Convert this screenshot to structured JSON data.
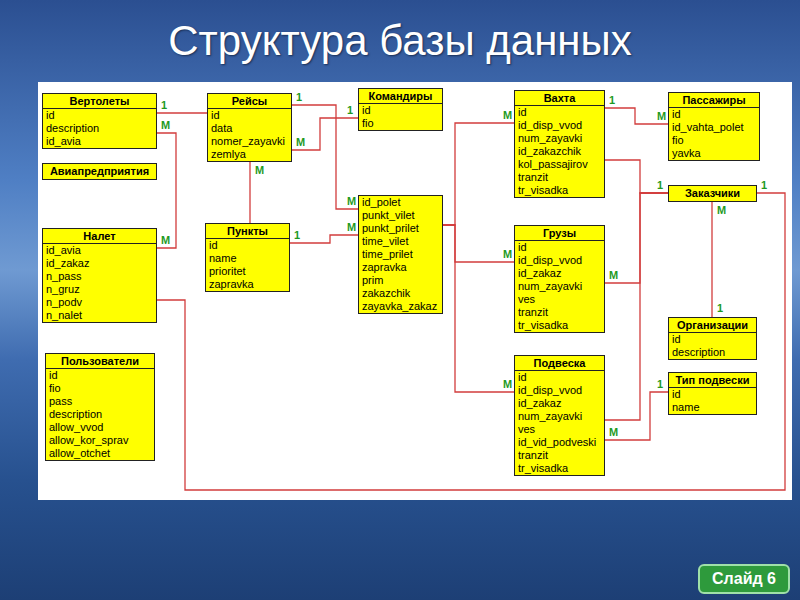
{
  "diagram": {
    "title": "Структура базы данных",
    "nodes": [
      {
        "text": [
          "Вертолеты",
          "id",
          "description",
          "id_avia"
        ]
      },
      {
        "text": [
          "Авиапредприятия"
        ]
      },
      {
        "text": [
          "Налет",
          "id_avia",
          "id_zakaz",
          "n_pass",
          "n_gruz",
          "n_podv",
          "n_nalet"
        ]
      },
      {
        "text": [
          "Пользователи",
          "id",
          "fio",
          "pass",
          "description",
          "allow_vvod",
          "allow_kor_sprav",
          "allow_otchet"
        ]
      },
      {
        "text": [
          "Рейсы",
          "id",
          "data",
          "nomer_zayavki",
          "zemlya"
        ]
      },
      {
        "text": [
          "Пункты",
          "id",
          "name",
          "prioritet",
          "zapravka"
        ]
      },
      {
        "text": [
          "Командиры",
          "id",
          "fio"
        ]
      },
      {
        "text": [
          "id_polet",
          "punkt_vilet",
          "punkt_prilet",
          "time_vilet",
          "time_prilet",
          "zapravka",
          "prim",
          "zakazchik",
          "zayavka_zakaz"
        ]
      },
      {
        "text": [
          "Вахта",
          "id",
          "id_disp_vvod",
          "num_zayavki",
          "id_zakazchik",
          "kol_passajirov",
          "tranzit",
          "tr_visadka"
        ]
      },
      {
        "text": [
          "Пассажиры",
          "id",
          "id_vahta_polet",
          "fio",
          "yavka"
        ]
      },
      {
        "text": [
          "Заказчики"
        ]
      },
      {
        "text": [
          "Грузы",
          "id",
          "id_disp_vvod",
          "id_zakaz",
          "num_zayavki",
          "ves",
          "tranzit",
          "tr_visadka"
        ]
      },
      {
        "text": [
          "Организации",
          "id",
          "description"
        ]
      },
      {
        "text": [
          "Подвеска",
          "id",
          "id_disp_vvod",
          "id_zakaz",
          "num_zayavki",
          "ves",
          "id_vid_podveski",
          "tranzit",
          "tr_visadka"
        ]
      },
      {
        "text": [
          "Тип подвески",
          "id",
          "name"
        ]
      }
    ],
    "edges": [
      {
        "from": 0,
        "to": 4,
        "arrow": "none"
      },
      {
        "from": 0,
        "to": 2,
        "arrow": "none"
      },
      {
        "from": 6,
        "to": 4,
        "arrow": "none"
      },
      {
        "from": 4,
        "to": 7,
        "arrow": "none"
      },
      {
        "from": 5,
        "to": 7,
        "arrow": "none"
      },
      {
        "from": 5,
        "to": 4,
        "arrow": "none"
      },
      {
        "from": 7,
        "to": 8,
        "arrow": "none"
      },
      {
        "from": 7,
        "to": 11,
        "arrow": "none"
      },
      {
        "from": 7,
        "to": 13,
        "arrow": "none"
      },
      {
        "from": 8,
        "to": 9,
        "arrow": "none"
      },
      {
        "from": 10,
        "to": 8,
        "arrow": "none"
      },
      {
        "from": 10,
        "to": 11,
        "arrow": "none"
      },
      {
        "from": 10,
        "to": 13,
        "arrow": "none"
      },
      {
        "from": 12,
        "to": 10,
        "arrow": "none"
      },
      {
        "from": 10,
        "to": 2,
        "arrow": "none"
      },
      {
        "from": 14,
        "to": 13,
        "arrow": "none"
      }
    ],
    "labels": [
      "1",
      "M",
      "M",
      "1",
      "M",
      "1",
      "M",
      "1",
      "M",
      "M",
      "M",
      "M",
      "M",
      "1",
      "M",
      "1",
      "M",
      "1",
      "M",
      "1",
      "1",
      "M",
      "Слайд 6"
    ]
  }
}
